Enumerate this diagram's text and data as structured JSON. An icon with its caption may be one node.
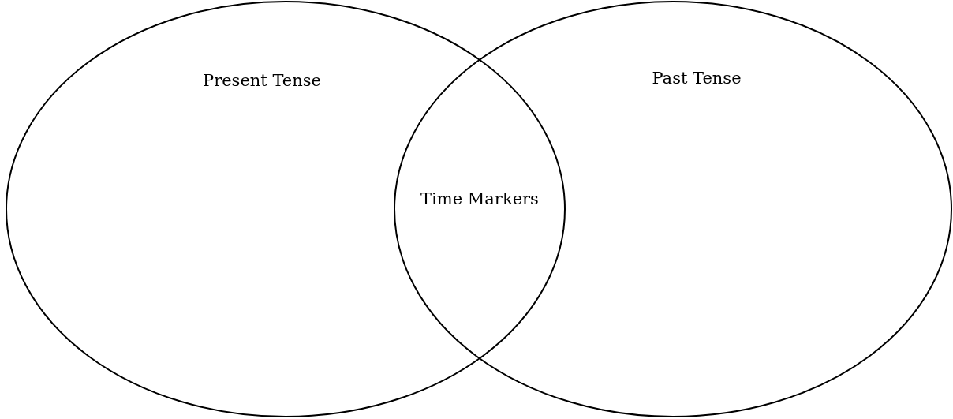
{
  "diagram": {
    "nodes": [
      {
        "text": [
          "Present Tense"
        ]
      },
      {
        "text": [
          "Past Tense"
        ]
      }
    ],
    "labels": [
      "Time Markers"
    ]
  }
}
